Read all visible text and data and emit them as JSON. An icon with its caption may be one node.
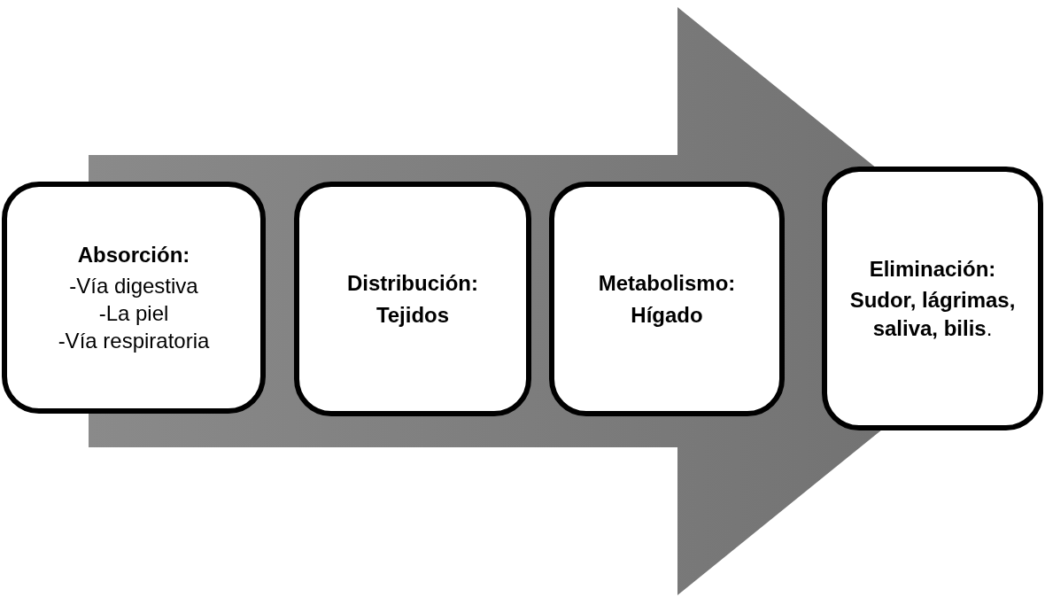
{
  "diagram": {
    "nodes": [
      {
        "text": [
          "Absorción:",
          "-Vía digestiva",
          "-La piel",
          "-Vía respiratoria"
        ]
      },
      {
        "text": [
          "Distribución:",
          "Tejidos"
        ]
      },
      {
        "text": [
          "Metabolismo:",
          "Hígado"
        ]
      },
      {
        "text": [
          "Eliminación:",
          "**Sudor, lágrimas, saliva, bilis**."
        ]
      }
    ],
    "edges": [
      {
        "from": 0,
        "to": 3,
        "arrow": "to"
      }
    ]
  }
}
